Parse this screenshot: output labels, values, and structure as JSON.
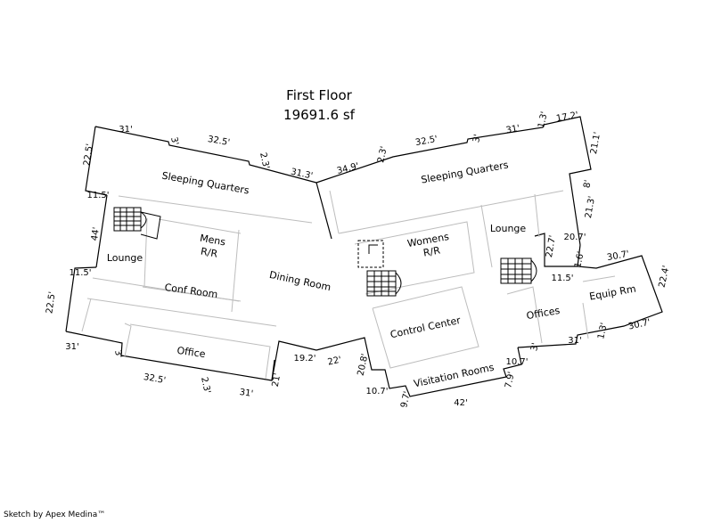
{
  "header": {
    "floor_name": "First Floor",
    "area": "19691.6 sf"
  },
  "rooms": {
    "sleeping_left": "Sleeping Quarters",
    "sleeping_right": "Sleeping Quarters",
    "lounge_left": "Lounge",
    "lounge_right": "Lounge",
    "mens_line1": "Mens",
    "mens_line2": "R/R",
    "womens_line1": "Womens",
    "womens_line2": "R/R",
    "conf_room": "Conf Room",
    "dining_room": "Dining Room",
    "office": "Office",
    "control_center": "Control Center",
    "visitation_rooms": "Visitation Rooms",
    "offices": "Offices",
    "equip_rm": "Equip Rm"
  },
  "dimensions": [
    "31'",
    "3'",
    "32.5'",
    "2.3'",
    "31.3'",
    "22.5'",
    "11.5'",
    "44'",
    "11.5'",
    "22.5'",
    "31'",
    "3'",
    "32.5'",
    "2.3'",
    "31'",
    "21'",
    "19.2'",
    "22'",
    "20.8'",
    "10.7'",
    "9.7'",
    "42'",
    "7.9'",
    "10.7'",
    "3'",
    "31'",
    "1.3'",
    "30.7'",
    "22.4'",
    "30.7'",
    "1.6'",
    "11.5'",
    "22.7'",
    "20.7'",
    "21.3'",
    "8'",
    "21.1'",
    "17.2'",
    "1.3'",
    "31'",
    "3'",
    "32.5'",
    "2.3'",
    "34.9'"
  ],
  "footer": {
    "credit": "Sketch by Apex Medina™"
  }
}
